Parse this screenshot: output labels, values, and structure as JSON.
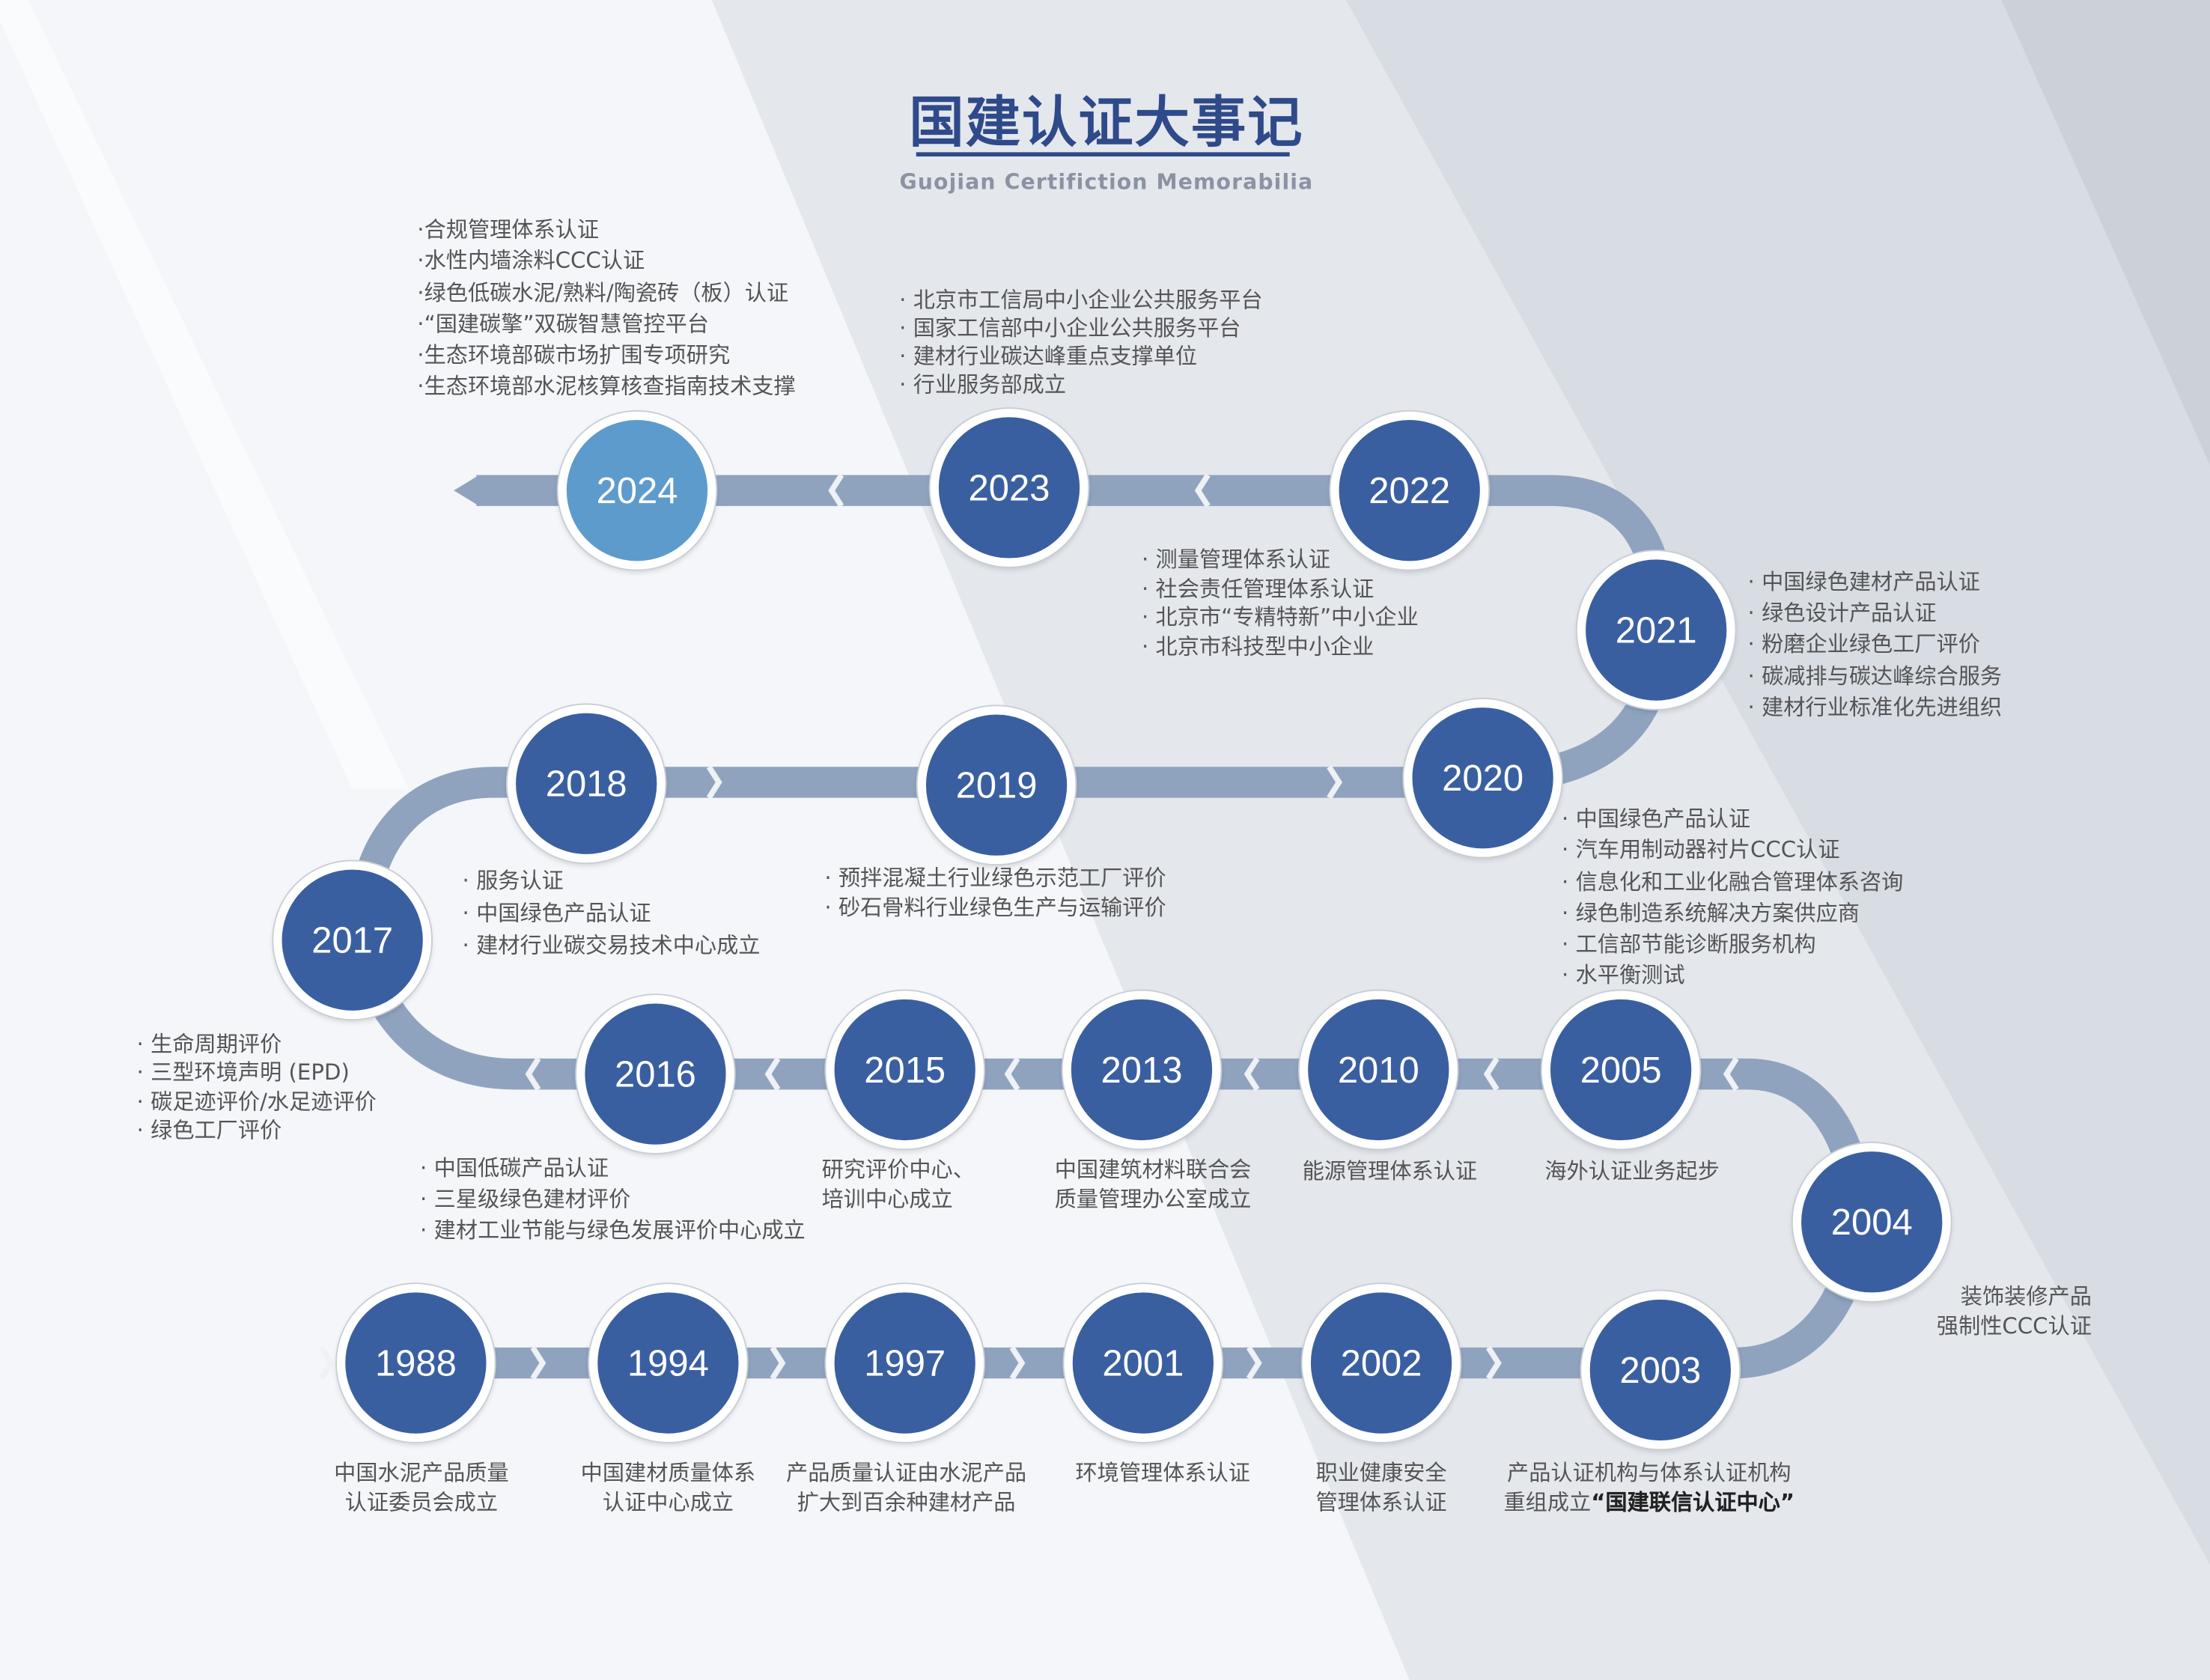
{
  "header": {
    "title": "国建认证大事记",
    "subtitle": "Guojian Certifiction Memorabilia"
  },
  "colors": {
    "node": "#3a5fa1",
    "current_node": "#5d9bcc",
    "track": "#8fa3bf",
    "title": "#2f4a8a"
  },
  "milestones": [
    {
      "year": "2024",
      "current": true,
      "bullet": "·",
      "items": [
        "合规管理体系认证",
        "水性内墙涂料CCC认证",
        "绿色低碳水泥/熟料/陶瓷砖（板）认证",
        "“国建碳擎”双碳智慧管控平台",
        "生态环境部碳市场扩围专项研究",
        "生态环境部水泥核算核查指南技术支撑"
      ]
    },
    {
      "year": "2023",
      "bullet": "· ",
      "items": [
        "北京市工信局中小企业公共服务平台",
        "国家工信部中小企业公共服务平台",
        "建材行业碳达峰重点支撑单位",
        "行业服务部成立"
      ]
    },
    {
      "year": "2022",
      "bullet": "· ",
      "items": [
        "测量管理体系认证",
        "社会责任管理体系认证",
        "北京市“专精特新”中小企业",
        "北京市科技型中小企业"
      ]
    },
    {
      "year": "2021",
      "bullet": "· ",
      "items": [
        "中国绿色建材产品认证",
        "绿色设计产品认证",
        "粉磨企业绿色工厂评价",
        "碳减排与碳达峰综合服务",
        "建材行业标准化先进组织"
      ]
    },
    {
      "year": "2020",
      "bullet": "· ",
      "items": [
        "中国绿色产品认证",
        "汽车用制动器衬片CCC认证",
        "信息化和工业化融合管理体系咨询",
        "绿色制造系统解决方案供应商",
        "工信部节能诊断服务机构",
        "水平衡测试"
      ]
    },
    {
      "year": "2019",
      "bullet": "· ",
      "items": [
        "预拌混凝土行业绿色示范工厂评价",
        "砂石骨料行业绿色生产与运输评价"
      ]
    },
    {
      "year": "2018",
      "bullet": "· ",
      "items": [
        "服务认证",
        "中国绿色产品认证",
        "建材行业碳交易技术中心成立"
      ]
    },
    {
      "year": "2017",
      "bullet": "· ",
      "items": [
        "生命周期评价",
        "三型环境声明 (EPD)",
        "碳足迹评价/水足迹评价",
        "绿色工厂评价"
      ]
    },
    {
      "year": "2016",
      "bullet": "· ",
      "items": [
        "中国低碳产品认证",
        "三星级绿色建材评价",
        "建材工业节能与绿色发展评价中心成立"
      ]
    },
    {
      "year": "2015",
      "items": [
        "研究评价中心、",
        "培训中心成立"
      ]
    },
    {
      "year": "2013",
      "items": [
        "中国建筑材料联合会",
        "质量管理办公室成立"
      ]
    },
    {
      "year": "2010",
      "items": [
        "能源管理体系认证"
      ]
    },
    {
      "year": "2005",
      "items": [
        "海外认证业务起步"
      ]
    },
    {
      "year": "2004",
      "items": [
        "装饰装修产品",
        "强制性CCC认证"
      ]
    },
    {
      "year": "2003",
      "items": [
        "产品认证机构与体系认证机构",
        "重组成立"
      ],
      "bold_suffix": "“国建联信认证中心”"
    },
    {
      "year": "2002",
      "items": [
        "职业健康安全",
        "管理体系认证"
      ]
    },
    {
      "year": "2001",
      "items": [
        "环境管理体系认证"
      ]
    },
    {
      "year": "1997",
      "items": [
        "产品质量认证由水泥产品",
        "扩大到百余种建材产品"
      ]
    },
    {
      "year": "1994",
      "items": [
        "中国建材质量体系",
        "认证中心成立"
      ]
    },
    {
      "year": "1988",
      "items": [
        "中国水泥产品质量",
        "认证委员会成立"
      ]
    }
  ]
}
